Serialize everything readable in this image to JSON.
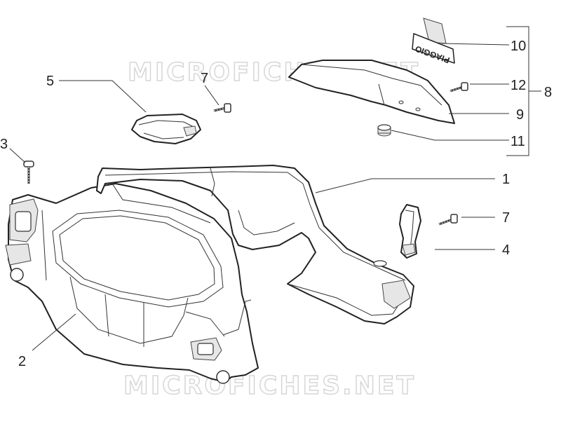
{
  "watermark": "MICROFICHES.NET",
  "decal_text": "PIAGGIO",
  "callouts": {
    "c1": "1",
    "c2": "2",
    "c3": "3",
    "c4": "4",
    "c5": "5",
    "c7a": "7",
    "c7b": "7",
    "c8": "8",
    "c9": "9",
    "c10": "10",
    "c11": "11",
    "c12": "12"
  }
}
